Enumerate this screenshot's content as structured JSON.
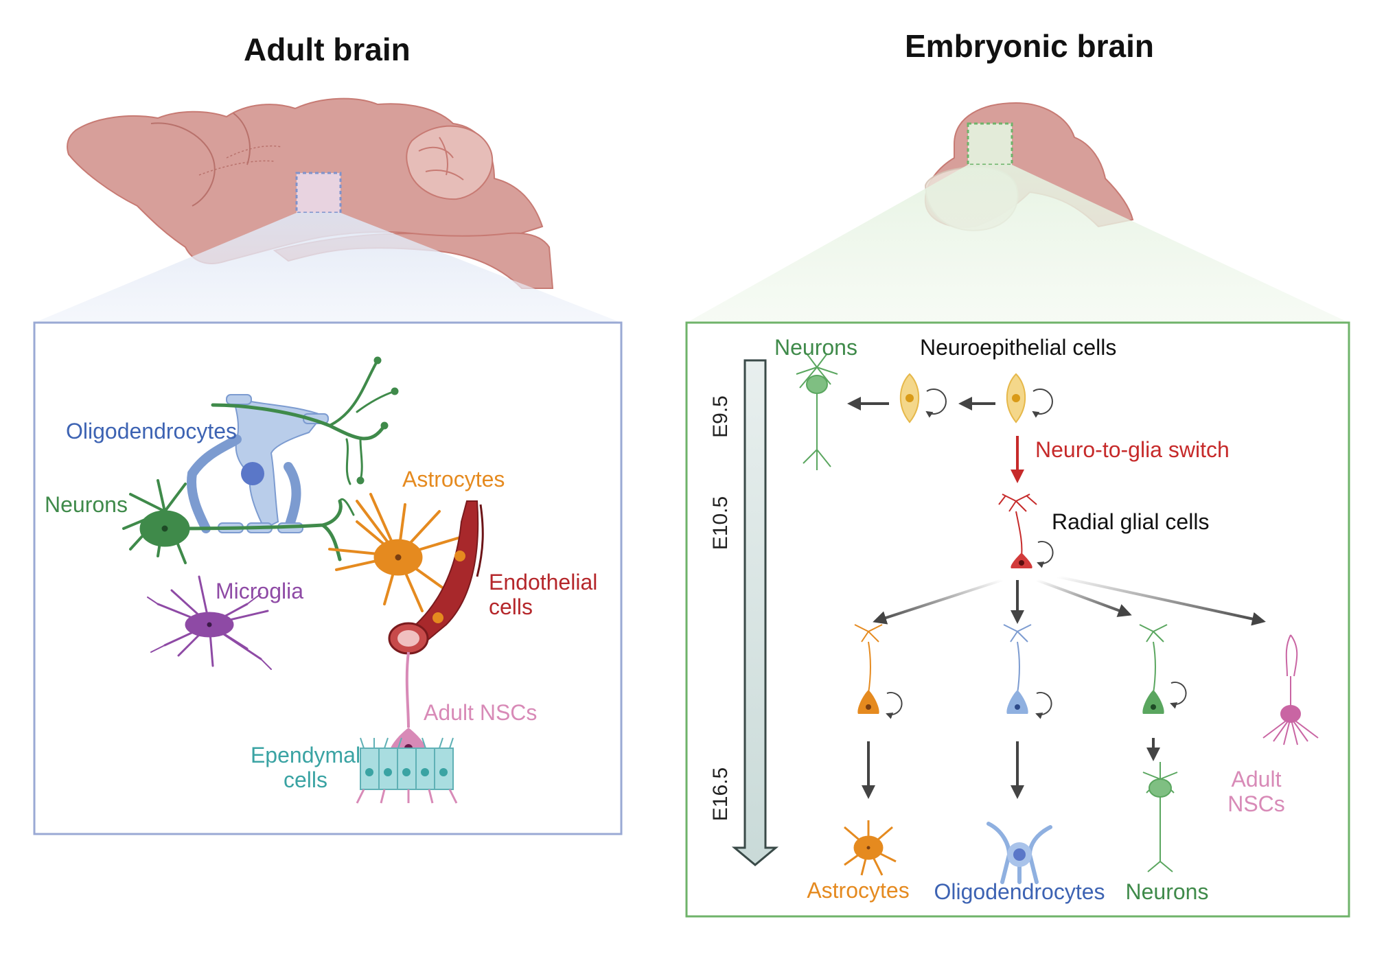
{
  "titles": {
    "adult": "Adult brain",
    "embryonic": "Embryonic brain"
  },
  "adult_panel": {
    "oligodendrocytes": "Oligodendrocytes",
    "neurons": "Neurons",
    "astrocytes": "Astrocytes",
    "microglia": "Microglia",
    "endothelial": [
      "Endothelial",
      "cells"
    ],
    "adult_nscs": "Adult NSCs",
    "ependymal": [
      "Ependymal",
      "cells"
    ]
  },
  "embryonic_panel": {
    "timeline": [
      "E9.5",
      "E10.5",
      "E16.5"
    ],
    "neurons_top": "Neurons",
    "neuroepithelial": "Neuroepithelial cells",
    "switch": "Neuro-to-glia switch",
    "radial_glia": "Radial glial cells",
    "outputs": {
      "astrocytes": "Astrocytes",
      "oligodendrocytes": "Oligodendrocytes",
      "neurons": "Neurons",
      "adult_nscs": [
        "Adult",
        "NSCs"
      ]
    }
  },
  "colors": {
    "neuron": "#3f8a4a",
    "oligo": "#3d63b3",
    "astro": "#e58a1f",
    "microglia": "#8e4aa5",
    "endothelial": "#b5272b",
    "nsc": "#d88ab7",
    "ependymal": "#3aa3a3",
    "switch": "#c62a2a",
    "adult_frame": "#9aa9d4",
    "embryo_frame": "#6fb36a"
  }
}
